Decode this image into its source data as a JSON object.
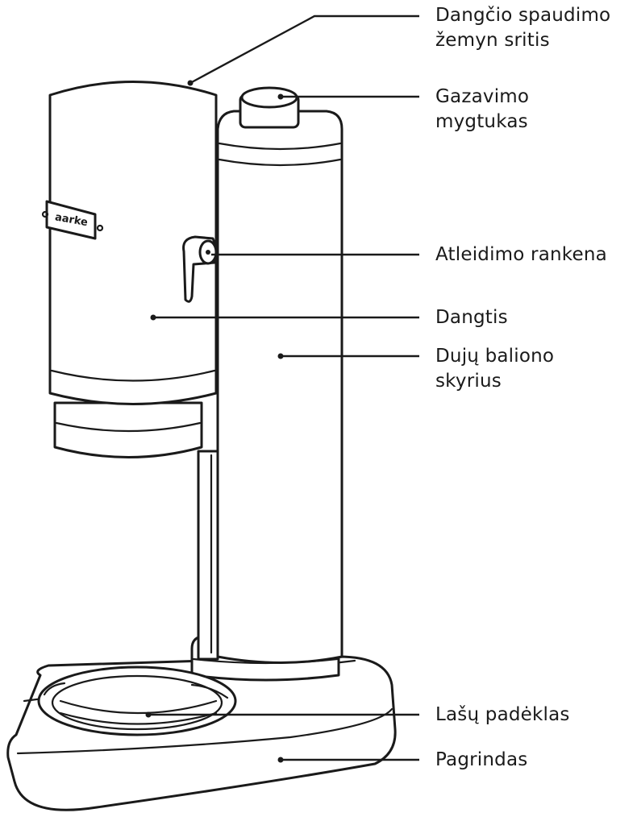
{
  "brand": "aarke",
  "labels": {
    "lid_press_area": [
      "Dangčio spaudimo",
      "žemyn sritis"
    ],
    "carbonation_button": [
      "Gazavimo",
      "mygtukas"
    ],
    "release_handle": [
      "Atleidimo rankena"
    ],
    "lid": [
      "Dangtis"
    ],
    "gas_cylinder_compartment": [
      "Dujų baliono",
      "skyrius"
    ],
    "drip_tray": [
      "Lašų padėklas"
    ],
    "base": [
      "Pagrindas"
    ]
  }
}
